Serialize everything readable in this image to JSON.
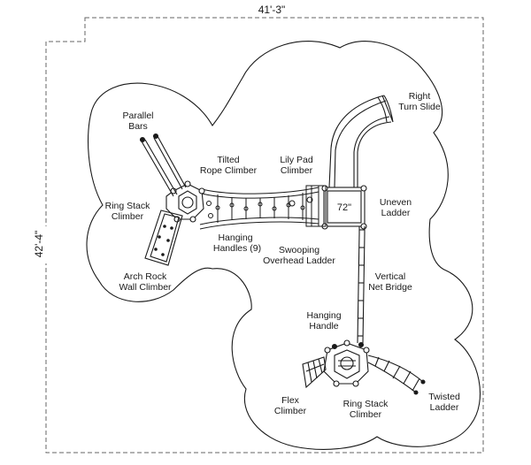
{
  "dimensions": {
    "width": "41'-3\"",
    "depth": "42'-4\""
  },
  "platform_height": "72\"",
  "labels": {
    "parallel_bars": [
      "Parallel",
      "Bars"
    ],
    "tilted_rope_climber": [
      "Tilted",
      "Rope Climber"
    ],
    "lily_pad_climber": [
      "Lily Pad",
      "Climber"
    ],
    "right_turn_slide": [
      "Right",
      "Turn Slide"
    ],
    "ring_stack_climber_top": [
      "Ring Stack",
      "Climber"
    ],
    "uneven_ladder": [
      "Uneven",
      "Ladder"
    ],
    "hanging_handles": [
      "Hanging",
      "Handles (9)"
    ],
    "swooping_overhead_ladder": [
      "Swooping",
      "Overhead Ladder"
    ],
    "arch_rock_wall_climber": [
      "Arch Rock",
      "Wall Climber"
    ],
    "vertical_net_bridge": [
      "Vertical",
      "Net Bridge"
    ],
    "hanging_handle": [
      "Hanging",
      "Handle"
    ],
    "flex_climber": [
      "Flex",
      "Climber"
    ],
    "ring_stack_climber_bottom": [
      "Ring Stack",
      "Climber"
    ],
    "twisted_ladder": [
      "Twisted",
      "Ladder"
    ]
  },
  "colors": {
    "line": "#1a1a1a",
    "dim_line": "#666666",
    "background": "#ffffff"
  }
}
